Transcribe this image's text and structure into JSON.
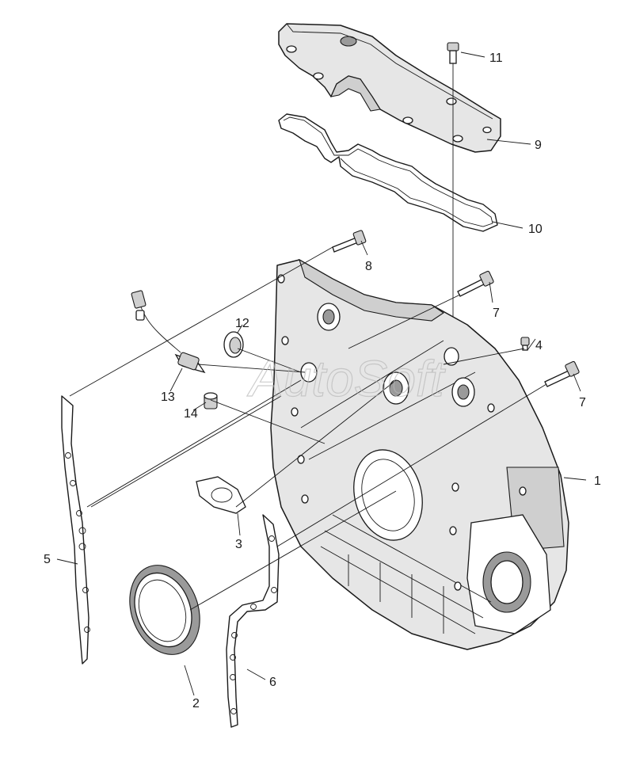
{
  "watermark": "AutoSoft",
  "callouts": [
    {
      "id": "1",
      "label": "1"
    },
    {
      "id": "2",
      "label": "2"
    },
    {
      "id": "3",
      "label": "3"
    },
    {
      "id": "4",
      "label": "4"
    },
    {
      "id": "5",
      "label": "5"
    },
    {
      "id": "6",
      "label": "6"
    },
    {
      "id": "7a",
      "label": "7"
    },
    {
      "id": "7b",
      "label": "7"
    },
    {
      "id": "8",
      "label": "8"
    },
    {
      "id": "9",
      "label": "9"
    },
    {
      "id": "10",
      "label": "10"
    },
    {
      "id": "11",
      "label": "11"
    },
    {
      "id": "12",
      "label": "12"
    },
    {
      "id": "13",
      "label": "13"
    },
    {
      "id": "14",
      "label": "14"
    }
  ]
}
